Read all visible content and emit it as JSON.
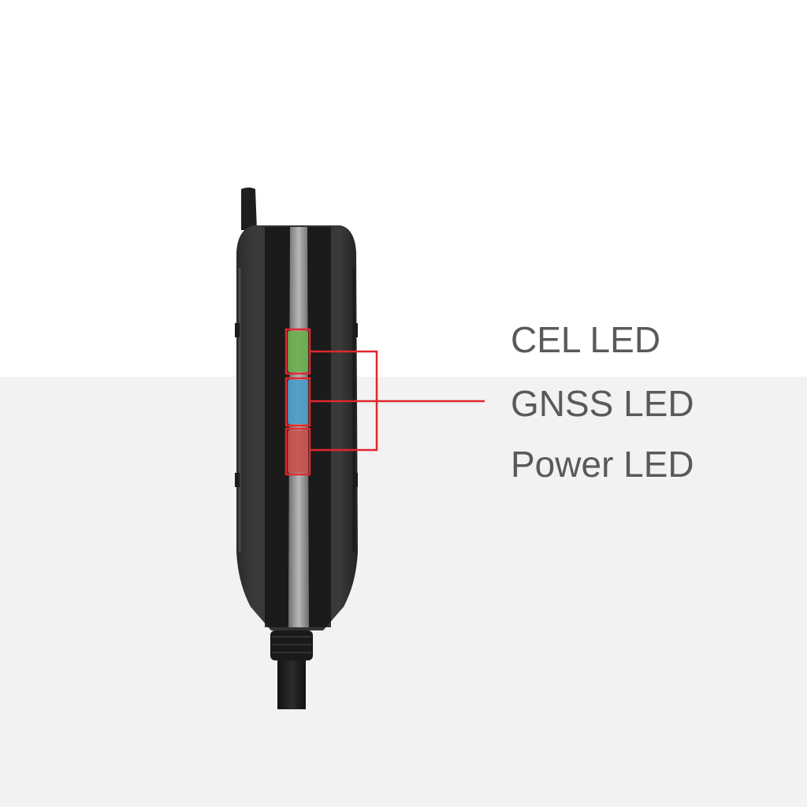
{
  "leds": [
    {
      "label": "CEL LED",
      "color": "#6ab04c"
    },
    {
      "label": "GNSS LED",
      "color": "#4a9cc9"
    },
    {
      "label": "Power LED",
      "color": "#c9504a"
    }
  ],
  "callout_color": "#e1262d"
}
